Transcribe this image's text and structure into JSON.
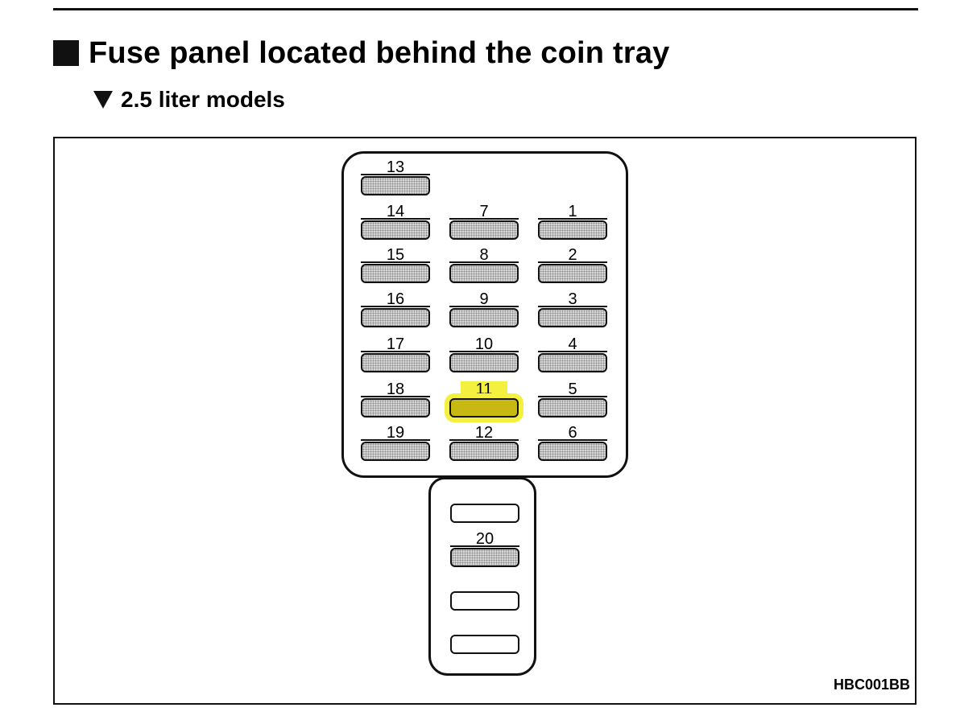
{
  "header": {
    "title": "Fuse panel located behind the coin tray",
    "subtitle": "2.5 liter models"
  },
  "figure_code": "HBC001BB",
  "highlight_color": "#f3f040",
  "fuses": {
    "f1": "1",
    "f2": "2",
    "f3": "3",
    "f4": "4",
    "f5": "5",
    "f6": "6",
    "f7": "7",
    "f8": "8",
    "f9": "9",
    "f10": "10",
    "f11": "11",
    "f12": "12",
    "f13": "13",
    "f14": "14",
    "f15": "15",
    "f16": "16",
    "f17": "17",
    "f18": "18",
    "f19": "19",
    "f20": "20"
  },
  "highlighted_fuse": "11"
}
